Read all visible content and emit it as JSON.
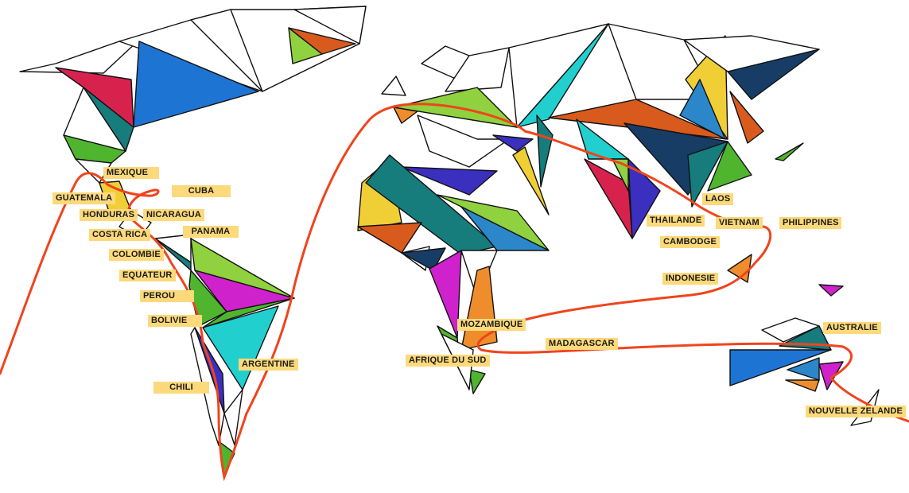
{
  "map": {
    "colors": {
      "outline": "#111111",
      "route": "#f0441c",
      "label_bg": "#fcd97a",
      "blue": "#1e74d2",
      "crimson": "#d8224e",
      "teal": "#167c7c",
      "green": "#4fb52f",
      "lime": "#8fd13f",
      "yellow": "#f0cf36",
      "orange": "#ef8d2c",
      "rust": "#d95a1d",
      "purple": "#3b2fc0",
      "magenta": "#cf22cc",
      "cyan": "#22cfcf",
      "navy": "#173d66",
      "skyblue": "#2b87c9"
    },
    "labels": {
      "mexique": "MEXIQUE",
      "cuba": "CUBA",
      "guatemala": "GUATEMALA",
      "honduras": "HONDURAS",
      "nicaragua": "NICARAGUA",
      "costa_rica": "COSTA RICA",
      "panama": "PANAMA",
      "colombie": "COLOMBIE",
      "equateur": "EQUATEUR",
      "perou": "PEROU",
      "bolivie": "BOLIVIE",
      "argentine": "ARGENTINE",
      "chili": "CHILI",
      "mozambique": "MOZAMBIQUE",
      "madagascar": "MADAGASCAR",
      "afrique_du_sud": "AFRIQUE DU SUD",
      "laos": "LAOS",
      "thailande": "THAILANDE",
      "vietnam": "VIETNAM",
      "philippines": "PHILIPPINES",
      "cambodge": "CAMBODGE",
      "indonesie": "INDONESIE",
      "australie": "AUSTRALIE",
      "nouvelle_zelande": "NOUVELLE ZELANDE"
    }
  }
}
